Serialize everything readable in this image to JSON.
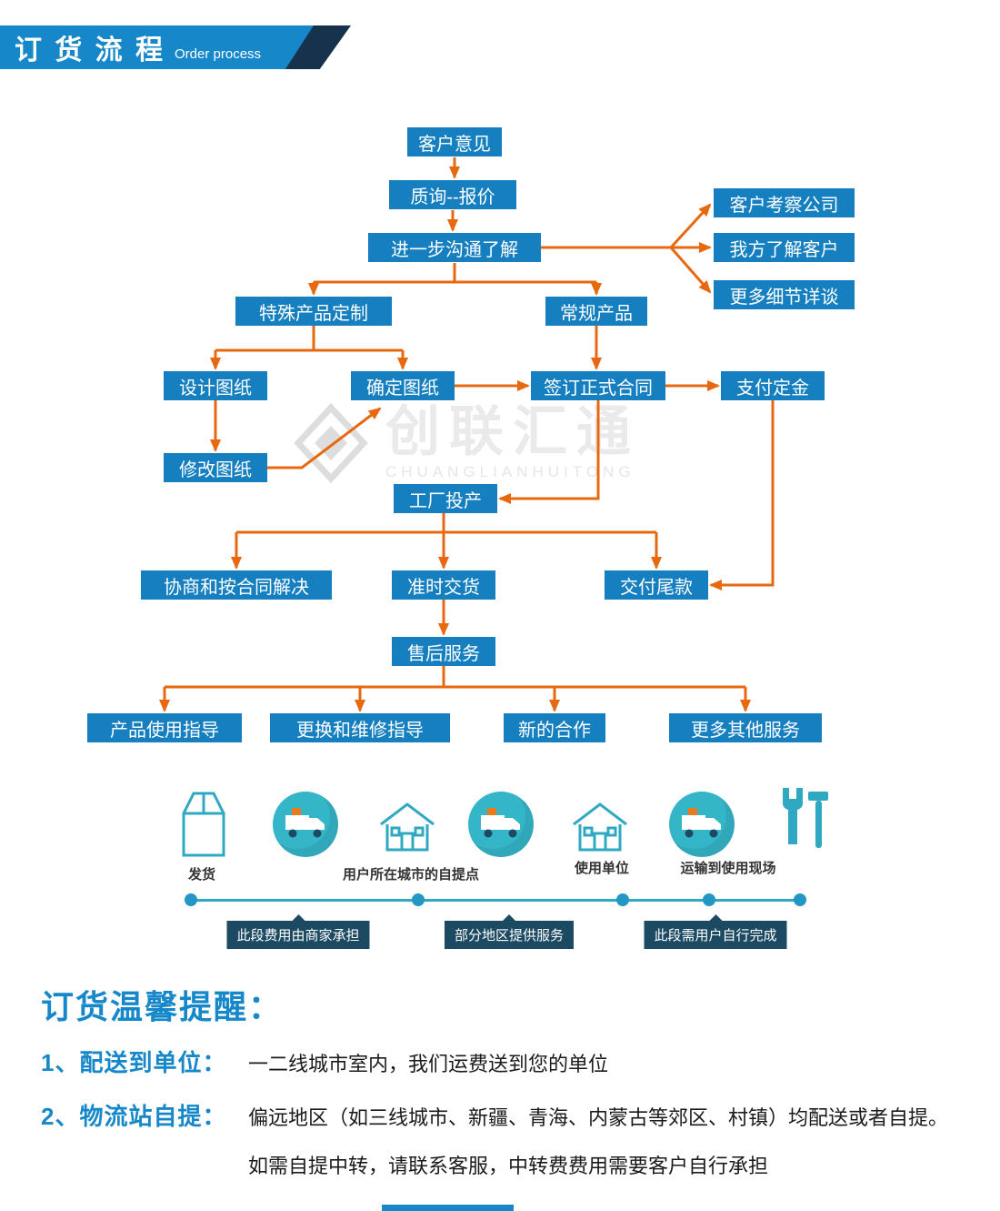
{
  "header": {
    "title": "订 货 流 程",
    "subtitle": "Order process"
  },
  "watermark": {
    "cn": "创联汇通",
    "en": "CHUANGLIANHUITONG"
  },
  "colors": {
    "header_blue": "#1687c9",
    "header_navy": "#16324c",
    "box_blue": "#157fc0",
    "arrow_orange": "#e8680f",
    "teal": "#2fa9c2",
    "tag_navy": "#1d4a63"
  },
  "flow": {
    "nodes": [
      {
        "label": "客户意见"
      },
      {
        "label": "质询--报价"
      },
      {
        "label": "进一步沟通了解"
      },
      {
        "label": "客户考察公司"
      },
      {
        "label": "我方了解客户"
      },
      {
        "label": "更多细节详谈"
      },
      {
        "label": "特殊产品定制"
      },
      {
        "label": "常规产品"
      },
      {
        "label": "设计图纸"
      },
      {
        "label": "确定图纸"
      },
      {
        "label": "签订正式合同"
      },
      {
        "label": "支付定金"
      },
      {
        "label": "修改图纸"
      },
      {
        "label": "工厂投产"
      },
      {
        "label": "协商和按合同解决"
      },
      {
        "label": "准时交货"
      },
      {
        "label": "交付尾款"
      },
      {
        "label": "售后服务"
      },
      {
        "label": "产品使用指导"
      },
      {
        "label": "更换和维修指导"
      },
      {
        "label": "新的合作"
      },
      {
        "label": "更多其他服务"
      }
    ]
  },
  "logistics": {
    "steps": [
      {
        "icon": "package-icon",
        "label": "发货"
      },
      {
        "icon": "truck-icon",
        "label": ""
      },
      {
        "icon": "house-icon",
        "label": "用户所在城市的自提点"
      },
      {
        "icon": "truck-icon",
        "label": ""
      },
      {
        "icon": "house-icon",
        "label": "使用单位"
      },
      {
        "icon": "truck-icon",
        "label": "运输到使用现场"
      },
      {
        "icon": "tools-icon",
        "label": ""
      }
    ],
    "tags": [
      "此段费用由商家承担",
      "部分地区提供服务",
      "此段需用户自行完成"
    ]
  },
  "reminder": {
    "title": "订货温馨提醒：",
    "items": [
      {
        "label": "1、配送到单位：",
        "text": "一二线城市室内，我们运费送到您的单位"
      },
      {
        "label": "2、物流站自提：",
        "text": "偏远地区（如三线城市、新疆、青海、内蒙古等郊区、村镇）均配送或者自提。"
      }
    ],
    "note": "如需自提中转，请联系客服，中转费费用需要客户自行承担"
  }
}
